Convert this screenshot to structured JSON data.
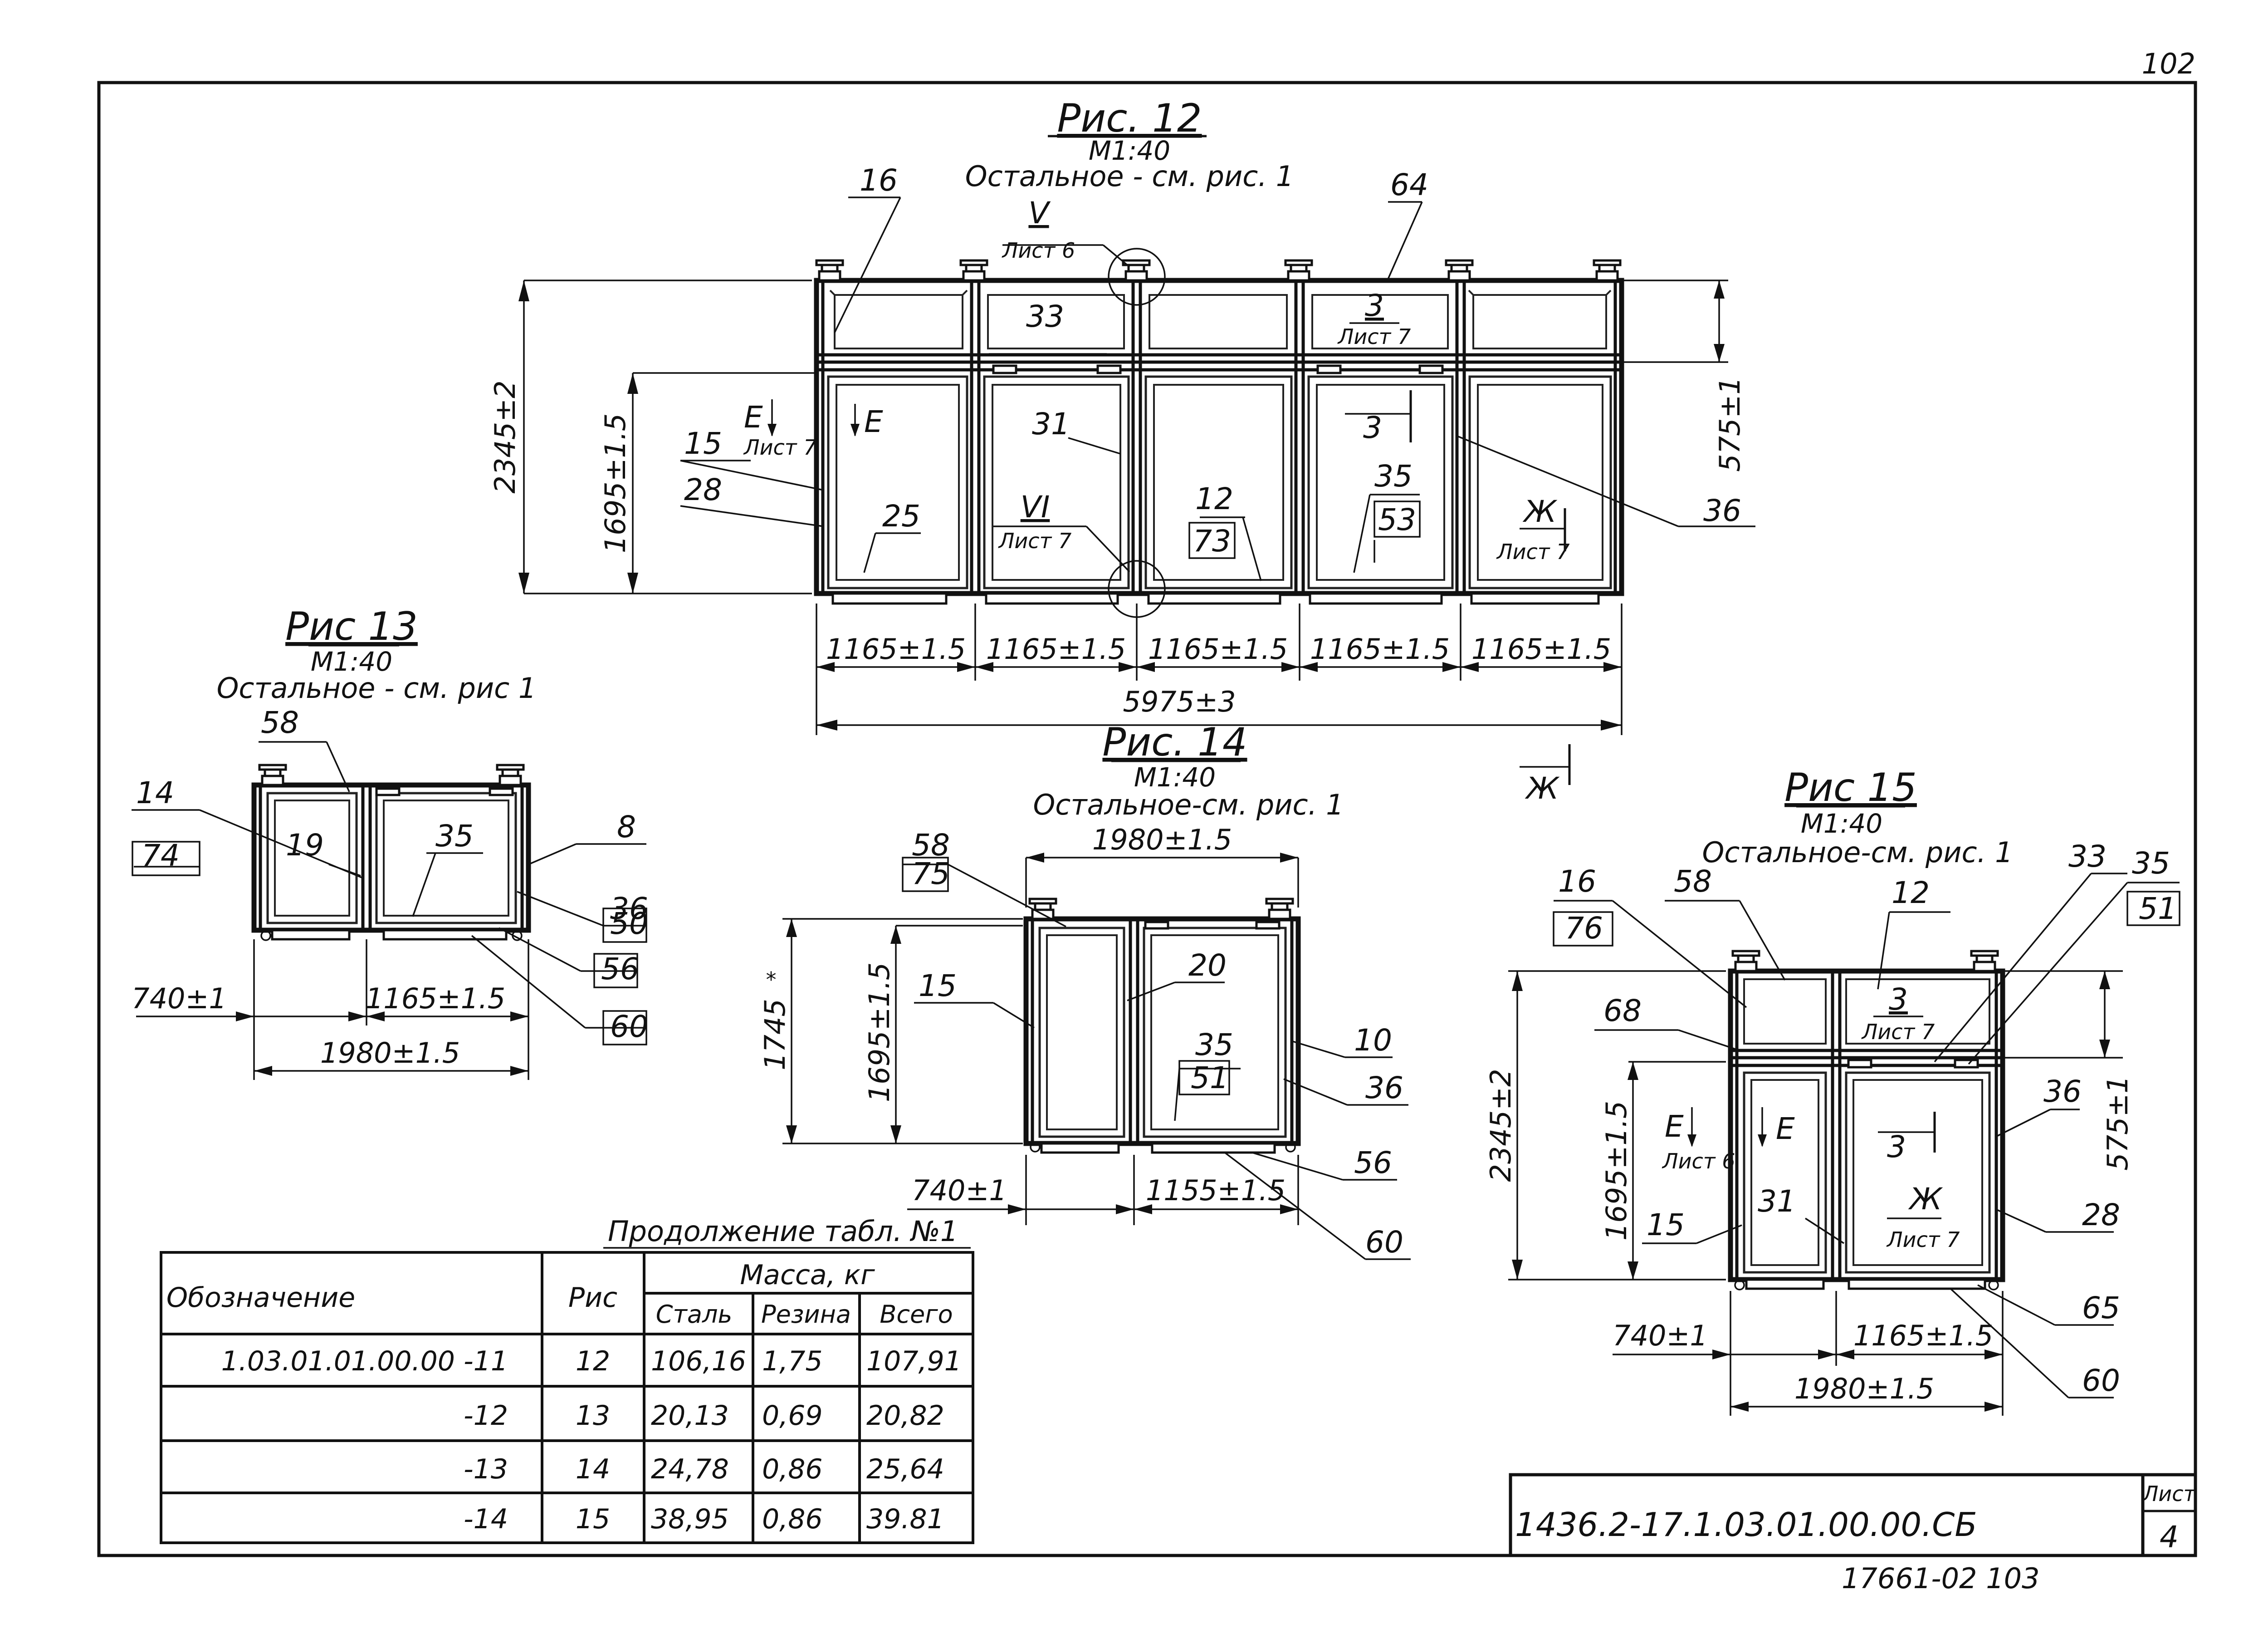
{
  "sheet": {
    "page_number": "102",
    "footer_number": "17661-02 103",
    "doc_code": "1436.2-17.1.03.01.00.00.СБ",
    "sheet_label": "Лист",
    "sheet_no": "4"
  },
  "fig12": {
    "title": "Рис. 12",
    "scale": "М1:40",
    "note": "Остальное - см. рис. 1",
    "labels": [
      "16",
      "64",
      "33",
      "31",
      "15",
      "28",
      "25",
      "12",
      "36",
      "35"
    ],
    "boxed": [
      "73",
      "53"
    ],
    "node_v": {
      "mark": "V",
      "sheet": "Лист 6"
    },
    "node_vi": {
      "mark": "VI",
      "sheet": "Лист 7"
    },
    "sec_3": {
      "mark": "3",
      "sheet": "Лист 7",
      "arrow": "3"
    },
    "sec_e": {
      "mark": "Е",
      "sheet": "Лист 7",
      "arrow": "Е"
    },
    "sec_zh": {
      "mark": "Ж",
      "sheet": "Лист 7",
      "arrow": "Ж"
    },
    "dims": {
      "height": "2345±2",
      "height_inner": "1695±1.5",
      "top_row": "575±1",
      "bays": [
        "1165±1.5",
        "1165±1.5",
        "1165±1.5",
        "1165±1.5",
        "1165±1.5"
      ],
      "total": "5975±3"
    }
  },
  "fig13": {
    "title": "Рис 13",
    "scale": "М1:40",
    "note": "Остальное - см. рис 1",
    "labels": [
      "58",
      "14",
      "19",
      "35",
      "8",
      "36"
    ],
    "boxed": [
      "74",
      "50",
      "56",
      "60"
    ],
    "dims": {
      "left": "740±1",
      "right": "1165±1.5",
      "total": "1980±1.5"
    }
  },
  "fig14": {
    "title": "Рис. 14",
    "scale": "М1:40",
    "note": "Остальное-см. рис. 1",
    "labels": [
      "58",
      "15",
      "20",
      "35",
      "10",
      "36",
      "56",
      "60"
    ],
    "boxed": [
      "75",
      "51"
    ],
    "dims": {
      "top": "1980±1.5",
      "height": "1745",
      "height_inner": "1695±1.5",
      "left": "740±1",
      "right": "1155±1.5"
    }
  },
  "fig15": {
    "title": "Рис 15",
    "scale": "М1:40",
    "note": "Остальное-см. рис. 1",
    "labels": [
      "16",
      "58",
      "12",
      "33",
      "35",
      "68",
      "36",
      "15",
      "31",
      "28",
      "65",
      "60"
    ],
    "boxed": [
      "76",
      "51"
    ],
    "sec_3": {
      "mark": "3",
      "sheet": "Лист 7",
      "arrow": "3"
    },
    "sec_e": {
      "mark": "Е",
      "sheet": "Лист 6",
      "arrow": "Е"
    },
    "sec_zh": {
      "mark": "Ж",
      "sheet": "Лист 7"
    },
    "dims": {
      "height": "2345±2",
      "height_inner": "1695±1.5",
      "top_row": "575±1",
      "left": "740±1",
      "right": "1165±1.5",
      "total": "1980±1.5"
    }
  },
  "table": {
    "caption": "Продолжение табл. №1",
    "head": {
      "designation": "Обозначение",
      "fig": "Рис",
      "mass": "Масса, кг",
      "steel": "Сталь",
      "rubber": "Резина",
      "total": "Всего"
    },
    "rows": [
      {
        "designation": "1.03.01.01.00.00 -11",
        "fig": "12",
        "steel": "106,16",
        "rubber": "1,75",
        "total": "107,91"
      },
      {
        "designation": "-12",
        "fig": "13",
        "steel": "20,13",
        "rubber": "0,69",
        "total": "20,82"
      },
      {
        "designation": "-13",
        "fig": "14",
        "steel": "24,78",
        "rubber": "0,86",
        "total": "25,64"
      },
      {
        "designation": "-14",
        "fig": "15",
        "steel": "38,95",
        "rubber": "0,86",
        "total": "39.81"
      }
    ]
  },
  "standalone_section": {
    "mark": "Ж"
  }
}
